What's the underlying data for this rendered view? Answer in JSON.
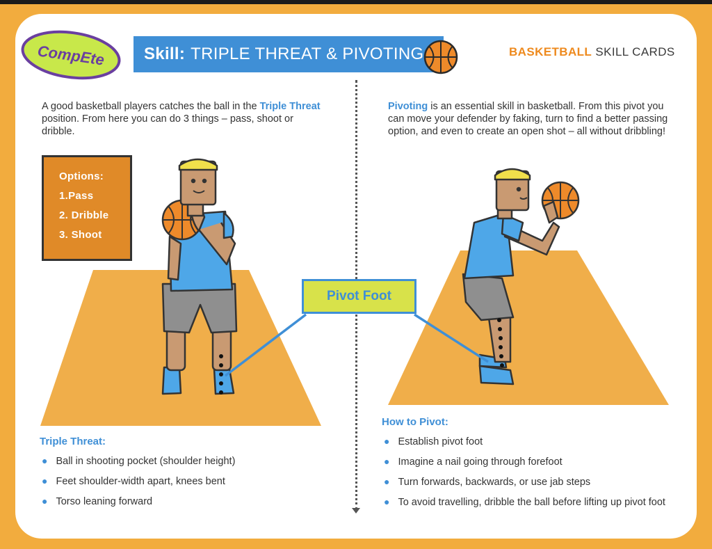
{
  "logo": {
    "text": "CompEte"
  },
  "header": {
    "skill_label": "Skill:",
    "title": "TRIPLE THREAT & PIVOTING",
    "brand_highlight": "BASKETBALL",
    "brand_rest": "SKILL CARDS"
  },
  "left": {
    "intro_1": "A good basketball players catches the ball in the ",
    "intro_hl": "Triple Threat",
    "intro_2": " position. From here you can do 3 things – pass, shoot or dribble.",
    "options_title": "Options:",
    "options": [
      "1.Pass",
      "2. Dribble",
      "3. Shoot"
    ],
    "section_title": "Triple Threat:",
    "bullets": [
      "Ball in shooting pocket (shoulder height)",
      "Feet shoulder-width apart, knees bent",
      "Torso leaning forward"
    ]
  },
  "right": {
    "intro_hl": "Pivoting",
    "intro": " is an essential skill in basketball. From this pivot you can move your defender by faking, turn to find a better passing option, and even to create an open shot – all without dribbling!",
    "section_title": "How to Pivot:",
    "bullets": [
      "Establish pivot foot",
      "Imagine a nail going through forefoot",
      "Turn forwards, backwards, or use jab steps",
      "To avoid travelling, dribble the ball before lifting up pivot foot"
    ]
  },
  "pivot_label": "Pivot Foot",
  "colors": {
    "frame": "#f2ac3e",
    "accent_blue": "#3f8fd6",
    "court": "#f0ae4a",
    "options_bg": "#e08a28",
    "pivot_bg": "#d8e24a",
    "brand_orange": "#ee8a1e",
    "logo_green": "#c8e84a",
    "logo_purple": "#6a3fa0"
  },
  "icons": {
    "ball": "basketball-icon",
    "bullet": "bullet-dot-icon"
  }
}
